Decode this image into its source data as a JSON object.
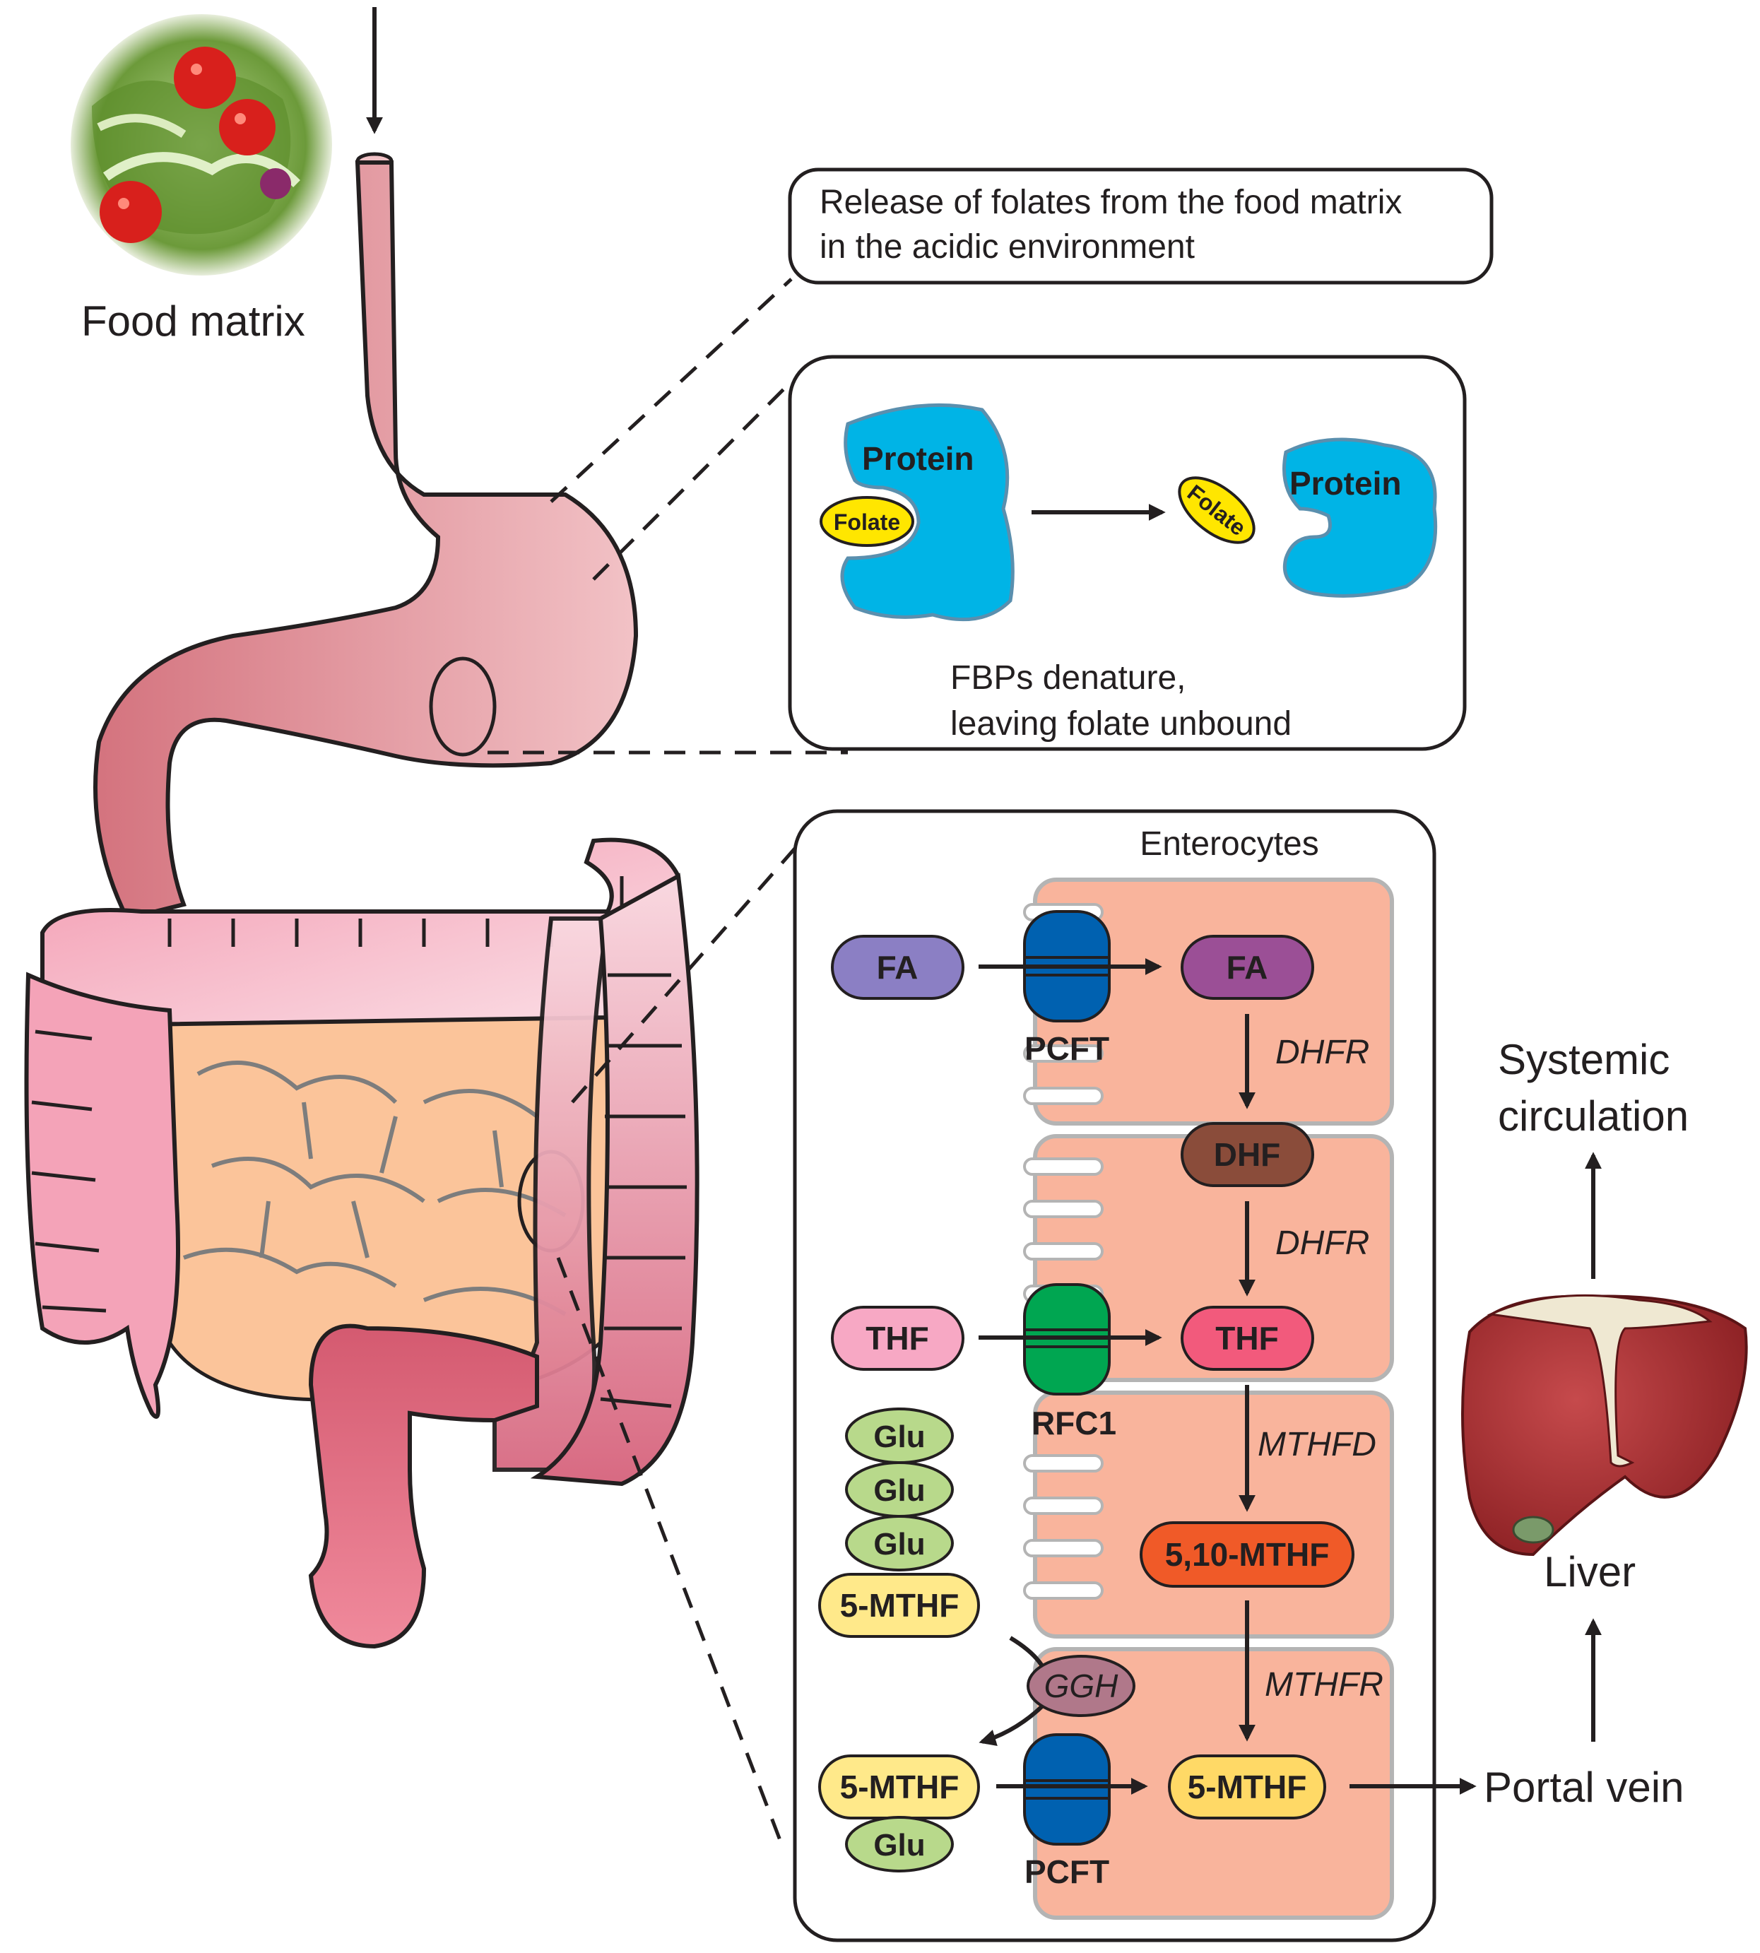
{
  "labels": {
    "food_matrix": "Food matrix",
    "callout_release_line1": "Release of folates from the food matrix",
    "callout_release_line2": "in the acidic environment",
    "protein": "Protein",
    "folate": "Folate",
    "fbp_line1": "FBPs denature,",
    "fbp_line2": "leaving folate unbound",
    "enterocytes": "Enterocytes",
    "systemic_line1": "Systemic",
    "systemic_line2": "circulation",
    "liver": "Liver",
    "portal_vein": "Portal vein"
  },
  "molecules": {
    "fa": "FA",
    "dhf": "DHF",
    "thf": "THF",
    "mthf_5_10": "5,10-MTHF",
    "mthf_5": "5-MTHF",
    "glu": "Glu"
  },
  "transporters": {
    "pcft": "PCFT",
    "rfc1": "RFC1"
  },
  "enzymes": {
    "dhfr": "DHFR",
    "mthfd": "MTHFD",
    "mthfr": "MTHFR",
    "ggh": "GGH"
  },
  "colors": {
    "protein": "#00b4e6",
    "folate": "#ffe600",
    "fa_outside": "#8b7fc4",
    "fa_inside": "#9b4f96",
    "dhf": "#8a4c3a",
    "thf_outside": "#f7a8c4",
    "thf_inside": "#f25a7c",
    "mthf_5_10": "#f05a28",
    "mthf_5": "#ffe98a",
    "mthf_5_inside": "#ffd966",
    "glu": "#b8d98b",
    "pcft": "#0061b0",
    "rfc1": "#00a651",
    "ggh": "#b0788a",
    "cell": "#f9b49c",
    "liver": "#9e2a2b",
    "stomach": "#e8a2a8",
    "colon": "#f4b3c2",
    "small_intestine": "#fbc49a"
  },
  "icons": [
    "salad-bowl-icon",
    "liver-icon",
    "stomach-icon",
    "intestine-icon"
  ]
}
